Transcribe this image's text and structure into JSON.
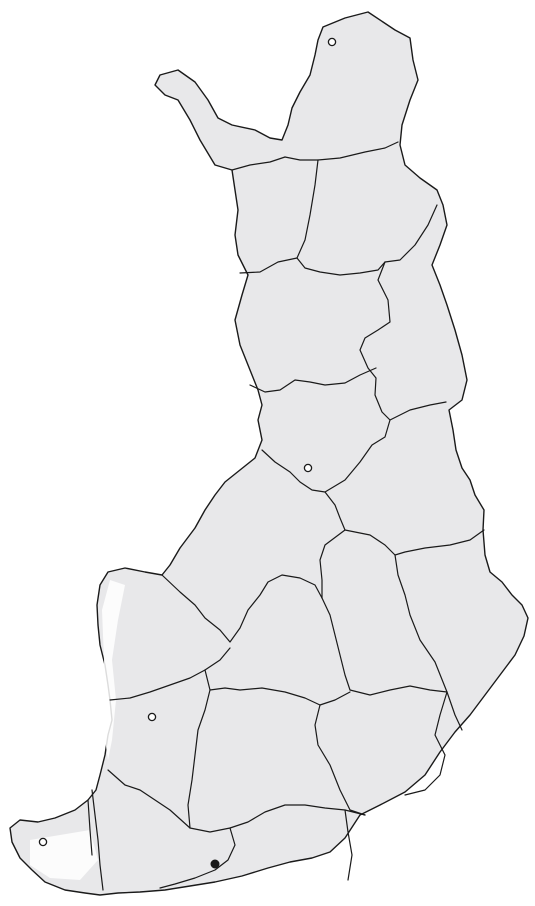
{
  "map": {
    "colors": {
      "land": "#e8e8ea",
      "border": "#1a1a1a",
      "background": "#ffffff"
    },
    "markers": [
      {
        "name": "northern-city",
        "style": "open-circle"
      },
      {
        "name": "oulu-area-city",
        "style": "open-circle"
      },
      {
        "name": "vaasa-area-city",
        "style": "open-circle"
      },
      {
        "name": "mariehamn-area-city",
        "style": "open-circle"
      },
      {
        "name": "capital-city",
        "style": "filled-circle"
      }
    ]
  }
}
